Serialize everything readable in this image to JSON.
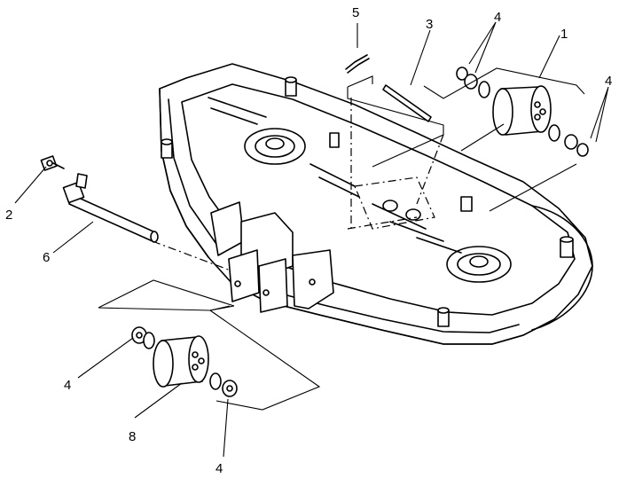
{
  "callouts": {
    "c1": "1",
    "c2": "2",
    "c3": "3",
    "c4a": "4",
    "c4b": "4",
    "c4c": "4",
    "c4d": "4",
    "c5": "5",
    "c6": "6",
    "c8": "8"
  }
}
